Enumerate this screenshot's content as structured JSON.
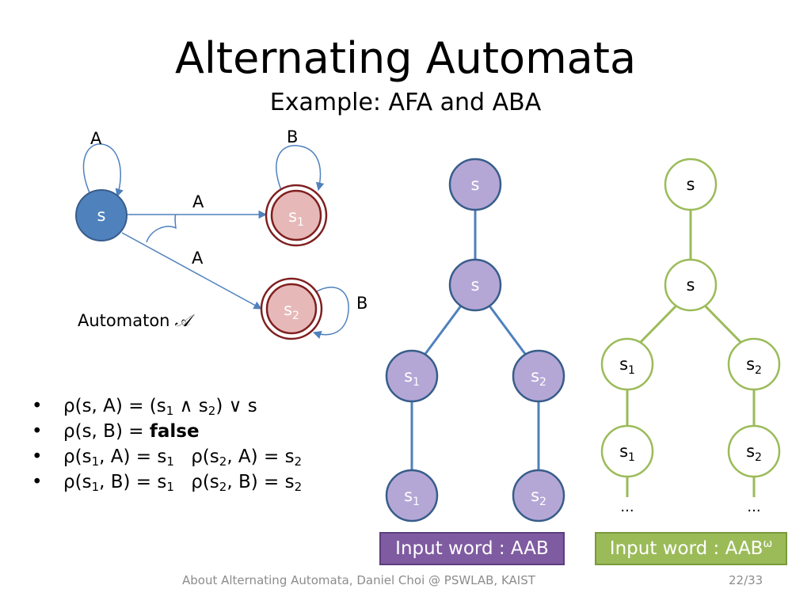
{
  "slide": {
    "title": "Alternating Automata",
    "subtitle": "Example: AFA and ABA"
  },
  "automaton": {
    "caption": "Automaton",
    "caption_symbol": "𝒜",
    "states": {
      "s": "s",
      "s1": "s",
      "s1_sub": "1",
      "s2": "s",
      "s2_sub": "2"
    },
    "edge_labels": {
      "loop_s": "A",
      "loop_s1": "B",
      "s_to_s1": "A",
      "s_to_s2": "A",
      "loop_s2": "B"
    }
  },
  "rules": {
    "r1": {
      "lhs": "ρ(s, A)",
      "eq": "=",
      "a": "(s",
      "a_sub": "1",
      "and": " ∧ s",
      "b_sub": "2",
      "rest": ") ∨ s"
    },
    "r2": {
      "lhs": "ρ(s, B)",
      "eq": "=",
      "value": "false"
    },
    "r3": {
      "p1": "ρ(s",
      "p1_sub": "1",
      "p1_rest": ", A)",
      "eq": "=",
      "v1": "s",
      "v1_sub": "1",
      "p2": "ρ(s",
      "p2_sub": "2",
      "p2_rest": ", A)",
      "v2": "s",
      "v2_sub": "2"
    },
    "r4": {
      "p1": "ρ(s",
      "p1_sub": "1",
      "p1_rest": ", B)",
      "eq": "=",
      "v1": "s",
      "v1_sub": "1",
      "p2": "ρ(s",
      "p2_sub": "2",
      "p2_rest": ", B)",
      "v2": "s",
      "v2_sub": "2"
    }
  },
  "tree_afa": {
    "nodes": {
      "root": "s",
      "mid": "s",
      "l1": "s",
      "l1_sub": "1",
      "r1": "s",
      "r1_sub": "2",
      "l2": "s",
      "l2_sub": "1",
      "r2": "s",
      "r2_sub": "2"
    },
    "input_label": "Input word : AAB"
  },
  "tree_aba": {
    "nodes": {
      "root": "s",
      "mid": "s",
      "l1": "s",
      "l1_sub": "1",
      "r1": "s",
      "r1_sub": "2",
      "l2": "s",
      "l2_sub": "1",
      "r2": "s",
      "r2_sub": "2"
    },
    "ellipsis_left": "...",
    "ellipsis_right": "...",
    "input_label": "Input word : AAB",
    "input_sup": "ω"
  },
  "footer": {
    "text": "About Alternating Automata, Daniel Choi @ PSWLAB, KAIST",
    "page": "22/33"
  },
  "colors": {
    "automaton_state_fill": "#4f81bd",
    "accepting_state_fill": "#e6b9b8",
    "accepting_state_ring": "#7f1f1f",
    "afa_node_fill": "#b4a7d6",
    "afa_edge": "#4f81bd",
    "aba_edge": "#9bbb59",
    "afa_label_bg": "#7f5ba1",
    "aba_label_bg": "#9bbb59"
  }
}
